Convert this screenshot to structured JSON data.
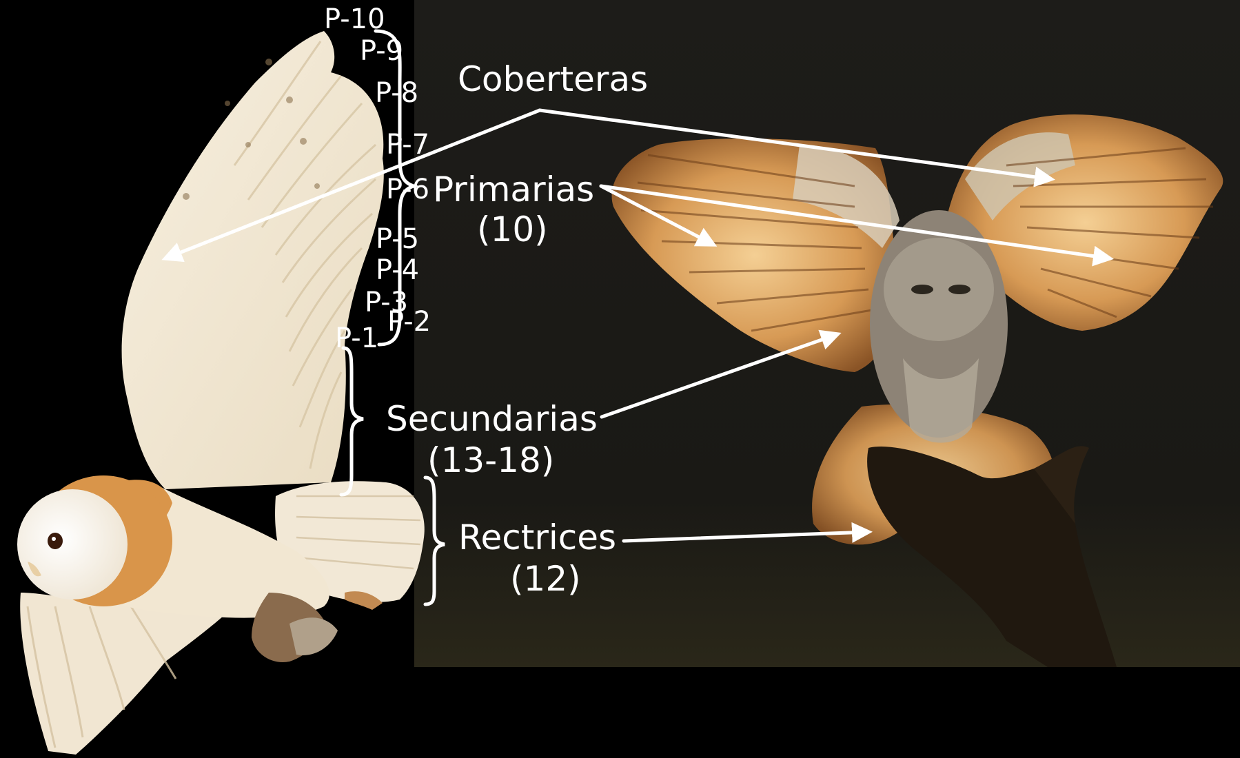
{
  "primary_feathers": [
    "P-10",
    "P-9",
    "P-8",
    "P-7",
    "P-6",
    "P-5",
    "P-4",
    "P-3",
    "P-2",
    "P-1"
  ],
  "labels": {
    "coberteras": "Coberteras",
    "primarias": "Primarias",
    "primarias_count": "(10)",
    "secundarias": "Secundarias",
    "secundarias_count": "(13-18)",
    "rectrices": "Rectrices",
    "rectrices_count": "(12)"
  },
  "colors": {
    "background": "#000000",
    "photo_sky": "#1c1b17",
    "annotation": "#ffffff",
    "barn_owl_plumage": "#f3e7cf",
    "barn_owl_buff": "#d9954a",
    "tawny_owl_feathers": "#c58a4e"
  }
}
